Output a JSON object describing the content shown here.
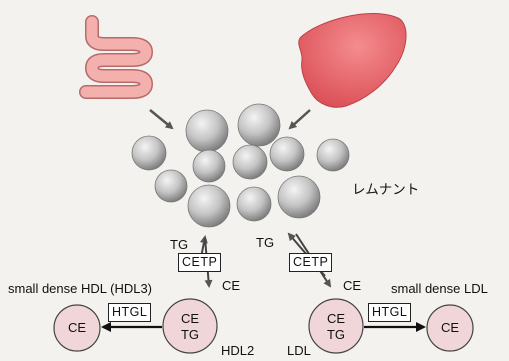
{
  "organs": [
    {
      "icon": "intestine-icon",
      "color": "#f2a2a2"
    },
    {
      "icon": "liver-icon",
      "color": "#ec6a6e"
    }
  ],
  "labels": {
    "remnant": "レムナント",
    "left_tg": "TG",
    "left_ce": "CE",
    "right_tg": "TG",
    "right_ce": "CE",
    "left_cetp": "CETP",
    "right_cetp": "CETP",
    "sd_hdl": "small dense HDL (HDL3)",
    "sd_ldl": "small dense LDL",
    "htgl_left": "HTGL",
    "htgl_right": "HTGL",
    "hdl2": "HDL2",
    "ldl": "LDL"
  },
  "nodes": {
    "sd_hdl_core": "CE",
    "hdl2_ce": "CE",
    "hdl2_tg": "TG",
    "ldl_ce": "CE",
    "ldl_tg": "TG",
    "sd_ldl_core": "CE"
  },
  "colors": {
    "particle": "#b5b5b5",
    "lipoprotein_fill": "#f0d6d8",
    "arrow": "#555555"
  }
}
